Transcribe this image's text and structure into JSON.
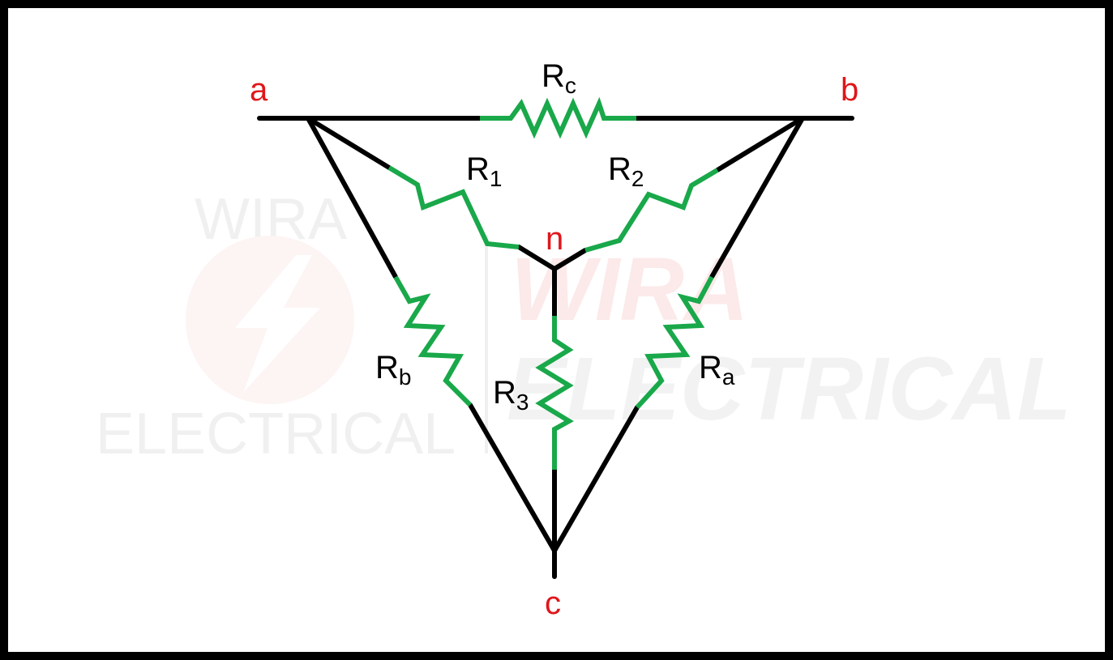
{
  "colors": {
    "wire": "#000000",
    "resistor": "#19a84a",
    "node_label": "#e0161b",
    "resistor_label": "#000000"
  },
  "nodes": {
    "a": "a",
    "b": "b",
    "c": "c",
    "n": "n"
  },
  "resistors": {
    "Rc": {
      "main": "R",
      "sub": "c"
    },
    "R1": {
      "main": "R",
      "sub": "1"
    },
    "R2": {
      "main": "R",
      "sub": "2"
    },
    "R3": {
      "main": "R",
      "sub": "3"
    },
    "Ra": {
      "main": "R",
      "sub": "a"
    },
    "Rb": {
      "main": "R",
      "sub": "b"
    }
  },
  "watermark": {
    "top": "WIRA",
    "bottom": "ELECTRICAL",
    "big_top": "WIRA",
    "big_bottom": "ELECTRICAL"
  }
}
